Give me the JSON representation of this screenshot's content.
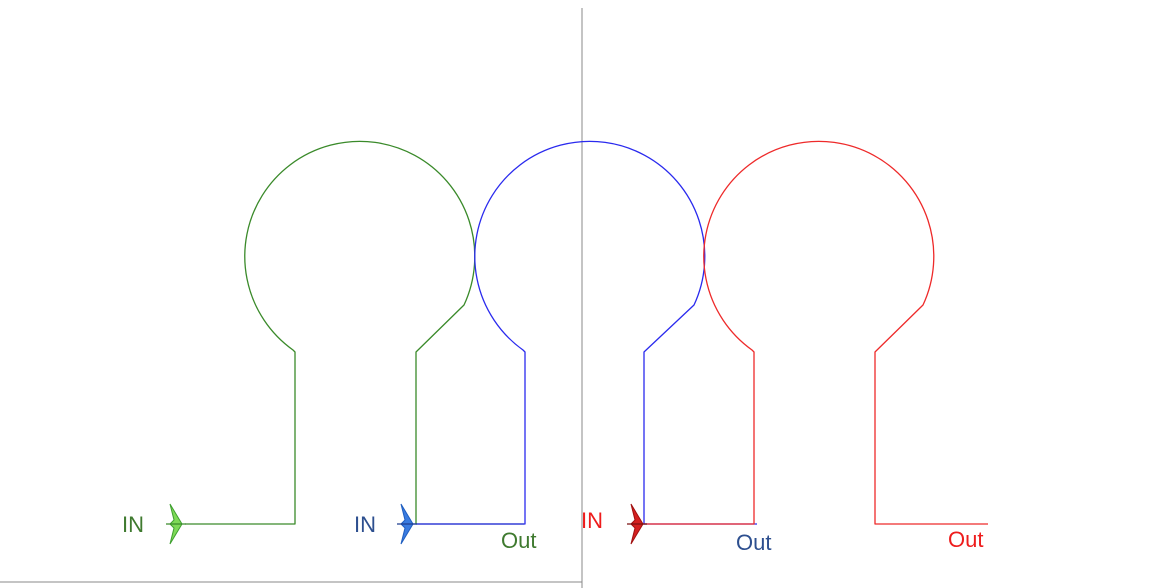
{
  "colors": {
    "green": "#3a8a2a",
    "blue": "#2a2aee",
    "red": "#ee2a2a",
    "axis": "#888888",
    "label_green": "#3f7a2f",
    "label_blue": "#2d4f8f",
    "label_red": "#ee1c1c"
  },
  "loops": [
    {
      "name": "green",
      "in_label": "IN",
      "out_label": "Out"
    },
    {
      "name": "blue",
      "in_label": "IN",
      "out_label": "Out"
    },
    {
      "name": "red",
      "in_label": "IN",
      "out_label": "Out"
    }
  ],
  "icons": [
    "green-arrow-icon",
    "blue-arrow-icon",
    "red-arrow-icon"
  ]
}
